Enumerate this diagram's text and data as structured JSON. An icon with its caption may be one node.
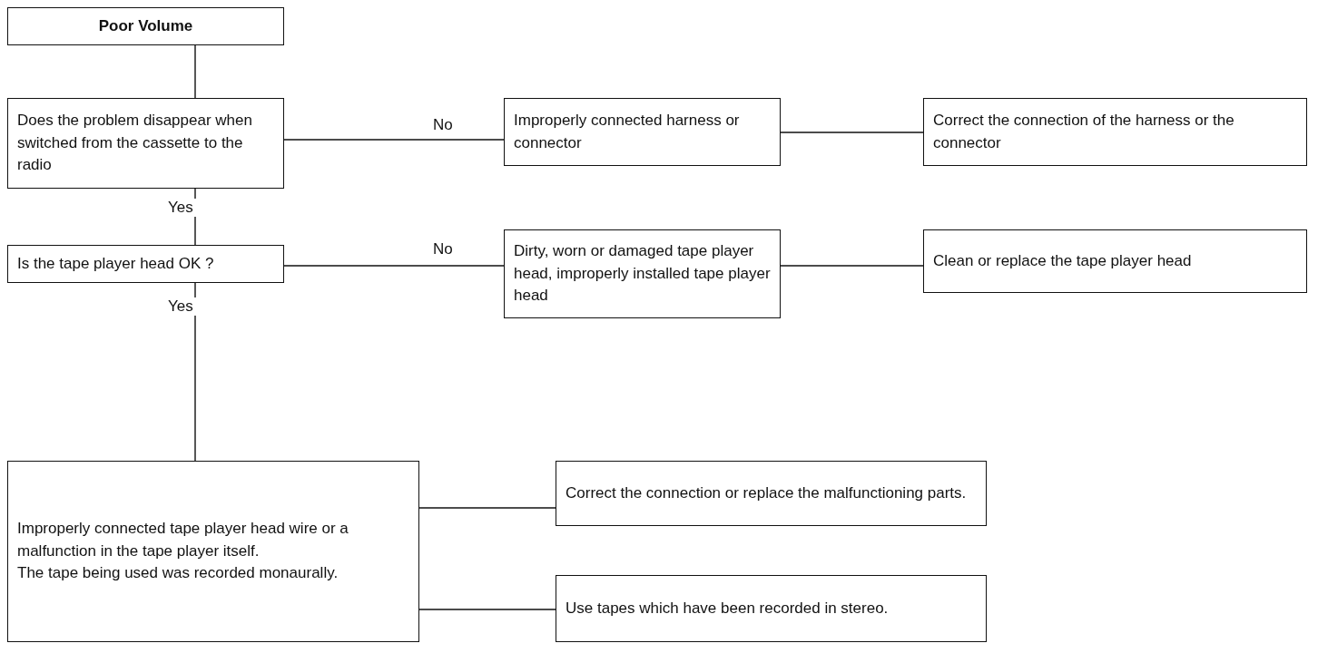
{
  "diagram": {
    "nodes": [
      {
        "text": [
          "Poor Volume"
        ]
      },
      {
        "text": [
          "Does the problem disappear when switched from the cassette to the radio"
        ]
      },
      {
        "text": [
          "Improperly connected harness or connector"
        ]
      },
      {
        "text": [
          "Correct the connection of the harness or the connector"
        ]
      },
      {
        "text": [
          "Is the tape player head OK ?"
        ]
      },
      {
        "text": [
          "Dirty, worn or damaged tape player head, improperly installed tape player head"
        ]
      },
      {
        "text": [
          "Clean or replace the tape player head"
        ]
      },
      {
        "text": [
          "Improperly connected tape player head wire or a malfunction in the tape player itself.",
          "The tape being used was recorded monaurally."
        ]
      },
      {
        "text": [
          "Correct the connection or replace the malfunctioning parts."
        ]
      },
      {
        "text": [
          "Use tapes which have been recorded in stereo."
        ]
      }
    ],
    "edges": [
      {
        "from": 0,
        "to": 1,
        "arrow": "none"
      },
      {
        "from": 1,
        "to": 2,
        "arrow": "none",
        "label": "No"
      },
      {
        "from": 2,
        "to": 3,
        "arrow": "none"
      },
      {
        "from": 1,
        "to": 4,
        "arrow": "none",
        "label": "Yes"
      },
      {
        "from": 4,
        "to": 5,
        "arrow": "none",
        "label": "No"
      },
      {
        "from": 5,
        "to": 6,
        "arrow": "none"
      },
      {
        "from": 4,
        "to": 7,
        "arrow": "none",
        "label": "Yes"
      },
      {
        "from": 7,
        "to": 8,
        "arrow": "none"
      },
      {
        "from": 7,
        "to": 9,
        "arrow": "none"
      }
    ]
  }
}
